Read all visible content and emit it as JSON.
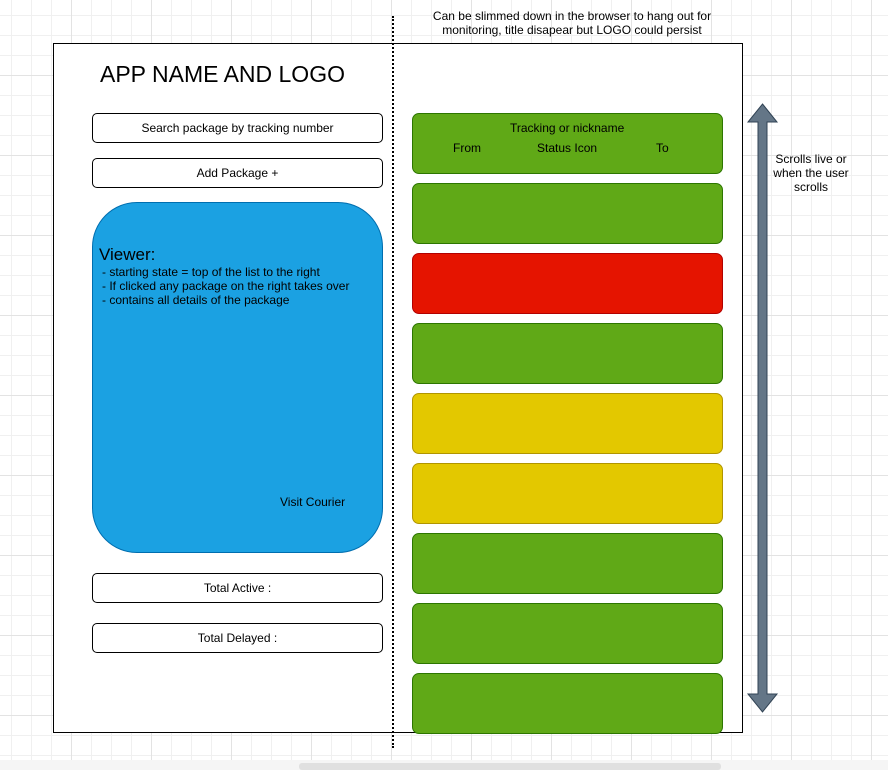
{
  "app_title": "APP NAME AND LOGO",
  "search_box_label": "Search package by tracking number",
  "add_package_label": "Add Package +",
  "viewer": {
    "heading": "Viewer:",
    "notes": [
      "- starting state = top of the list to the right",
      "- If clicked any package on the right takes over",
      "- contains all details of the package"
    ],
    "visit_courier_label": "Visit Courier",
    "fill_color": "#1ba1e2"
  },
  "total_active_label": "Total Active :",
  "total_delayed_label": "Total Delayed :",
  "top_note": "Can be slimmed down in the browser to hang out for monitoring, title disapear but LOGO could persist",
  "first_card": {
    "title": "Tracking or nickname",
    "from_label": "From",
    "status_label": "Status Icon",
    "to_label": "To"
  },
  "package_cards": [
    {
      "status": "green"
    },
    {
      "status": "green"
    },
    {
      "status": "red"
    },
    {
      "status": "green"
    },
    {
      "status": "yellow"
    },
    {
      "status": "yellow"
    },
    {
      "status": "green"
    },
    {
      "status": "green"
    },
    {
      "status": "green"
    }
  ],
  "status_colors": {
    "green": "#60a917",
    "red": "#e51400",
    "yellow": "#e3c800"
  },
  "scroll_note": "Scrolls live or when the user scrolls",
  "scroll_arrow_color": "#647687"
}
